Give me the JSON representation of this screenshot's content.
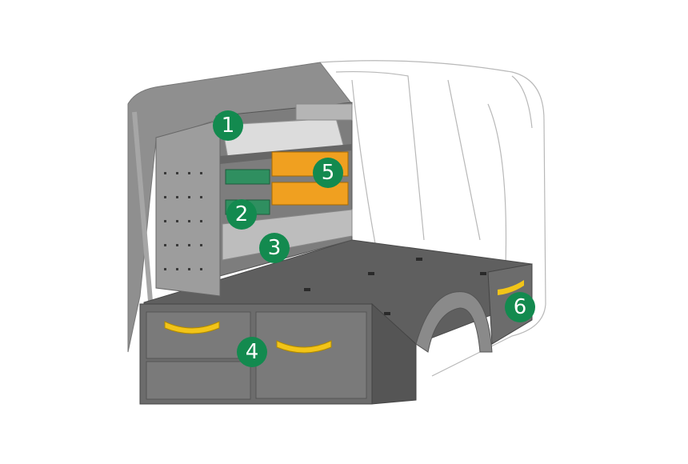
{
  "colors": {
    "badge": "#138a4f",
    "shell": "#9a9a9a",
    "floor": "#5e5e5e",
    "handle": "#f2c418",
    "bin": "#f0a020"
  },
  "callouts": [
    {
      "label": "1",
      "icon": "number-badge"
    },
    {
      "label": "2",
      "icon": "number-badge"
    },
    {
      "label": "3",
      "icon": "number-badge"
    },
    {
      "label": "4",
      "icon": "number-badge"
    },
    {
      "label": "5",
      "icon": "number-badge"
    },
    {
      "label": "6",
      "icon": "number-badge"
    }
  ]
}
